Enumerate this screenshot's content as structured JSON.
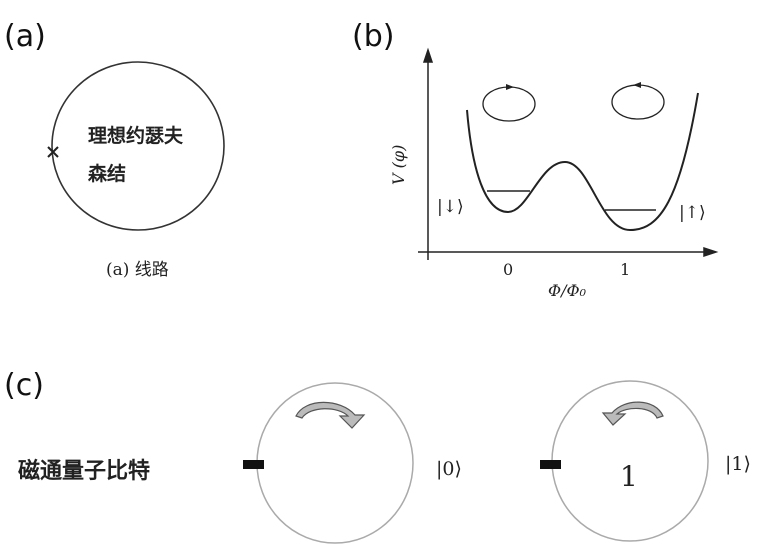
{
  "panels": {
    "a": {
      "label": "(a)",
      "inner_text_line1": "理想约瑟夫",
      "inner_text_line2": "森结",
      "caption": "(a) 线路"
    },
    "b": {
      "label": "(b)",
      "y_axis_label": "V (φ)",
      "x_axis_label": "Φ/Φ₀",
      "tick_0": "0",
      "tick_1": "1",
      "state_left": "|↓⟩",
      "state_right": "|↑⟩"
    },
    "c": {
      "label": "(c)",
      "title": "磁通量子比特",
      "state_0": "|0⟩",
      "state_1": "|1⟩",
      "inner_number": "1"
    }
  },
  "colors": {
    "line": "#222222",
    "circle_c": "#aaaaaa",
    "arrow_fill": "#b8b8b8"
  }
}
